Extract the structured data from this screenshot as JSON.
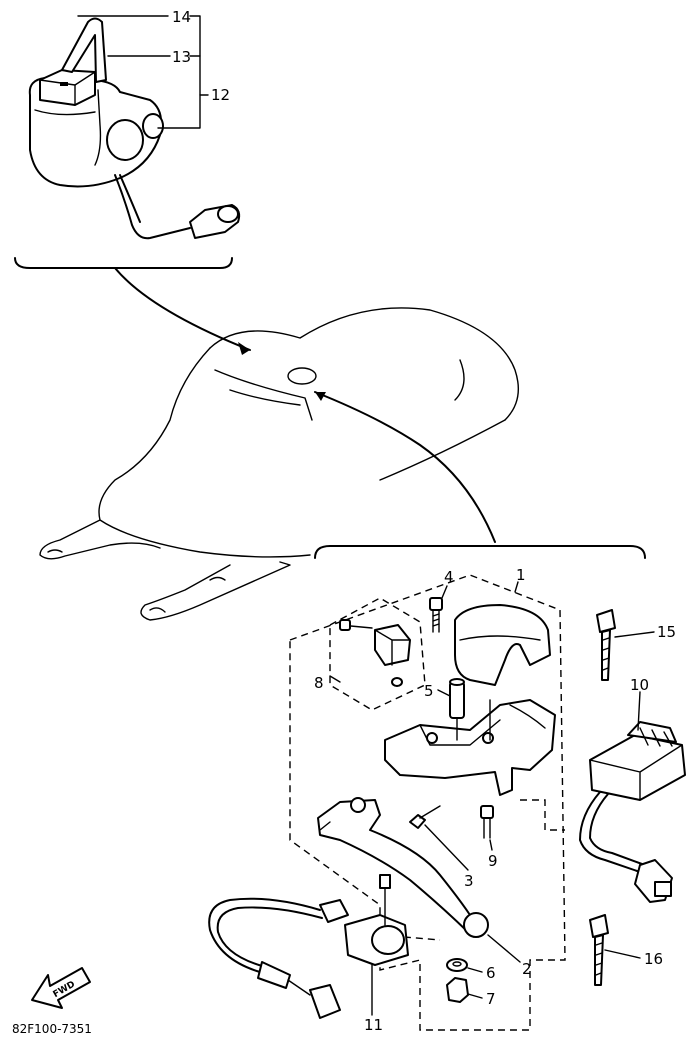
{
  "callouts": [
    "1",
    "2",
    "3",
    "4",
    "5",
    "6",
    "7",
    "8",
    "9",
    "10",
    "11",
    "12",
    "13",
    "14",
    "15",
    "16"
  ],
  "diagram_code": "82F100-7351",
  "fwd_label": "FWD",
  "icons": [
    "fwd-arrow-icon"
  ]
}
